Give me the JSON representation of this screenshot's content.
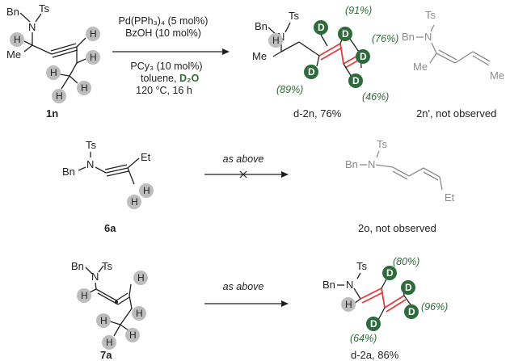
{
  "atoms": {
    "bn": "Bn",
    "n": "N",
    "ts": "Ts",
    "me": "Me",
    "et": "Et",
    "h": "H",
    "d": "D"
  },
  "conditions": {
    "catalyst": "Pd(PPh₃)₄ (5 mol%)",
    "acid": "BzOH (10 mol%)",
    "ligand": "PCy₃ (10 mol%)",
    "solvent": "toluene,",
    "d2o": "D₂O",
    "temp_time": "120 °C, 16 h",
    "as_above": "as above"
  },
  "compounds": {
    "c1n": "1n",
    "d2n": "d-2n, 76%",
    "c2n_prime": "2n', not observed",
    "c6a": "6a",
    "c2o": "2o, not observed",
    "c7a": "7a",
    "d2a": "d-2a, 86%"
  },
  "deuterium_incorporation": {
    "d2n": {
      "top": "(91%)",
      "right": "(76%)",
      "left": "(89%)",
      "terminal": "(46%)"
    },
    "d2a": {
      "top": "(80%)",
      "terminal": "(96%)",
      "left": "(64%)"
    }
  },
  "colors": {
    "deuterium_circle": "#2e6b3a",
    "hydrogen_circle": "#bdbdbd",
    "new_bond": "#e23b3b",
    "not_observed": "#8c8c8c"
  }
}
